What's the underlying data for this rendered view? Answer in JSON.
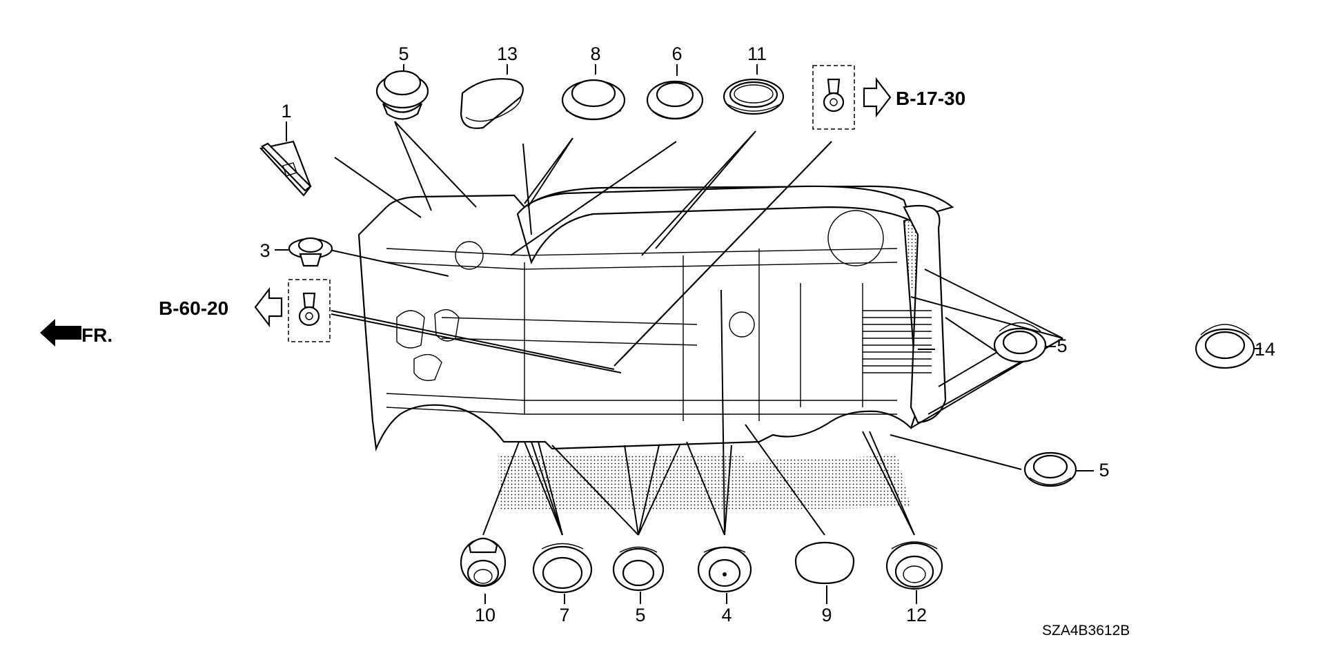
{
  "labels": {
    "p1": "1",
    "p3": "3",
    "p4": "4",
    "p5_top": "5",
    "p5_bottom": "5",
    "p5_right_a": "5",
    "p5_right_b": "5",
    "p6": "6",
    "p7": "7",
    "p8": "8",
    "p9": "9",
    "p10": "10",
    "p11": "11",
    "p12": "12",
    "p13": "13",
    "p14": "14"
  },
  "references": {
    "rear_ref": "B-17-30",
    "front_ref": "B-60-20",
    "front_direction": "FR."
  },
  "diagram_code": "SZA4B3612B"
}
